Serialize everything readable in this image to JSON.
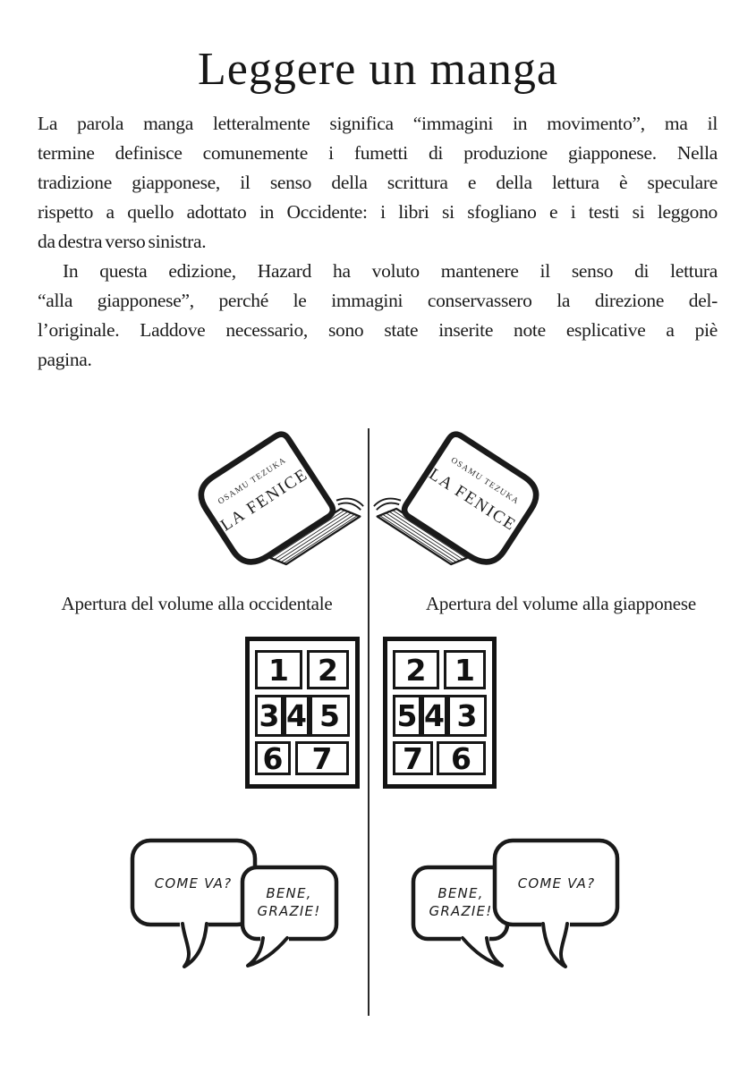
{
  "page": {
    "title": "Leggere un manga",
    "paragraph1": {
      "lines": [
        "La parola manga letteralmente significa “immagini in movimento”, ma il",
        "termine definisce comunemente i fumetti di produzione giapponese. Nella",
        "tradizione giapponese, il senso della scrittura e della lettura è speculare",
        "rispetto a quello adottato in Occidente: i libri si sfogliano e i testi si leggono",
        "da destra verso sinistra."
      ]
    },
    "paragraph2": {
      "lines": [
        "In questa edizione, Hazard ha voluto mantenere il senso di lettura",
        "“alla giapponese”, perché le immagini conservassero la direzione del-",
        "l’originale. Laddove necessario, sono state inserite note esplicative a piè",
        "pagina."
      ]
    }
  },
  "figure": {
    "book": {
      "author": "OSAMU TEZUKA",
      "title": "LA FENICE"
    },
    "caption_western": "Apertura del volume alla occidentale",
    "caption_japanese": "Apertura del volume alla giapponese",
    "grid_western": {
      "row1": [
        "1",
        "2"
      ],
      "row2": [
        "3",
        "4",
        "5"
      ],
      "row3": [
        "6",
        "7"
      ]
    },
    "grid_japanese": {
      "row1": [
        "2",
        "1"
      ],
      "row2": [
        "5",
        "4",
        "3"
      ],
      "row3": [
        "7",
        "6"
      ]
    },
    "bubbles": {
      "question": "COME VA?",
      "answer_line1": "BENE,",
      "answer_line2": "GRAZIE!"
    }
  },
  "colors": {
    "ink": "#1a1a1a",
    "paper": "#ffffff"
  }
}
